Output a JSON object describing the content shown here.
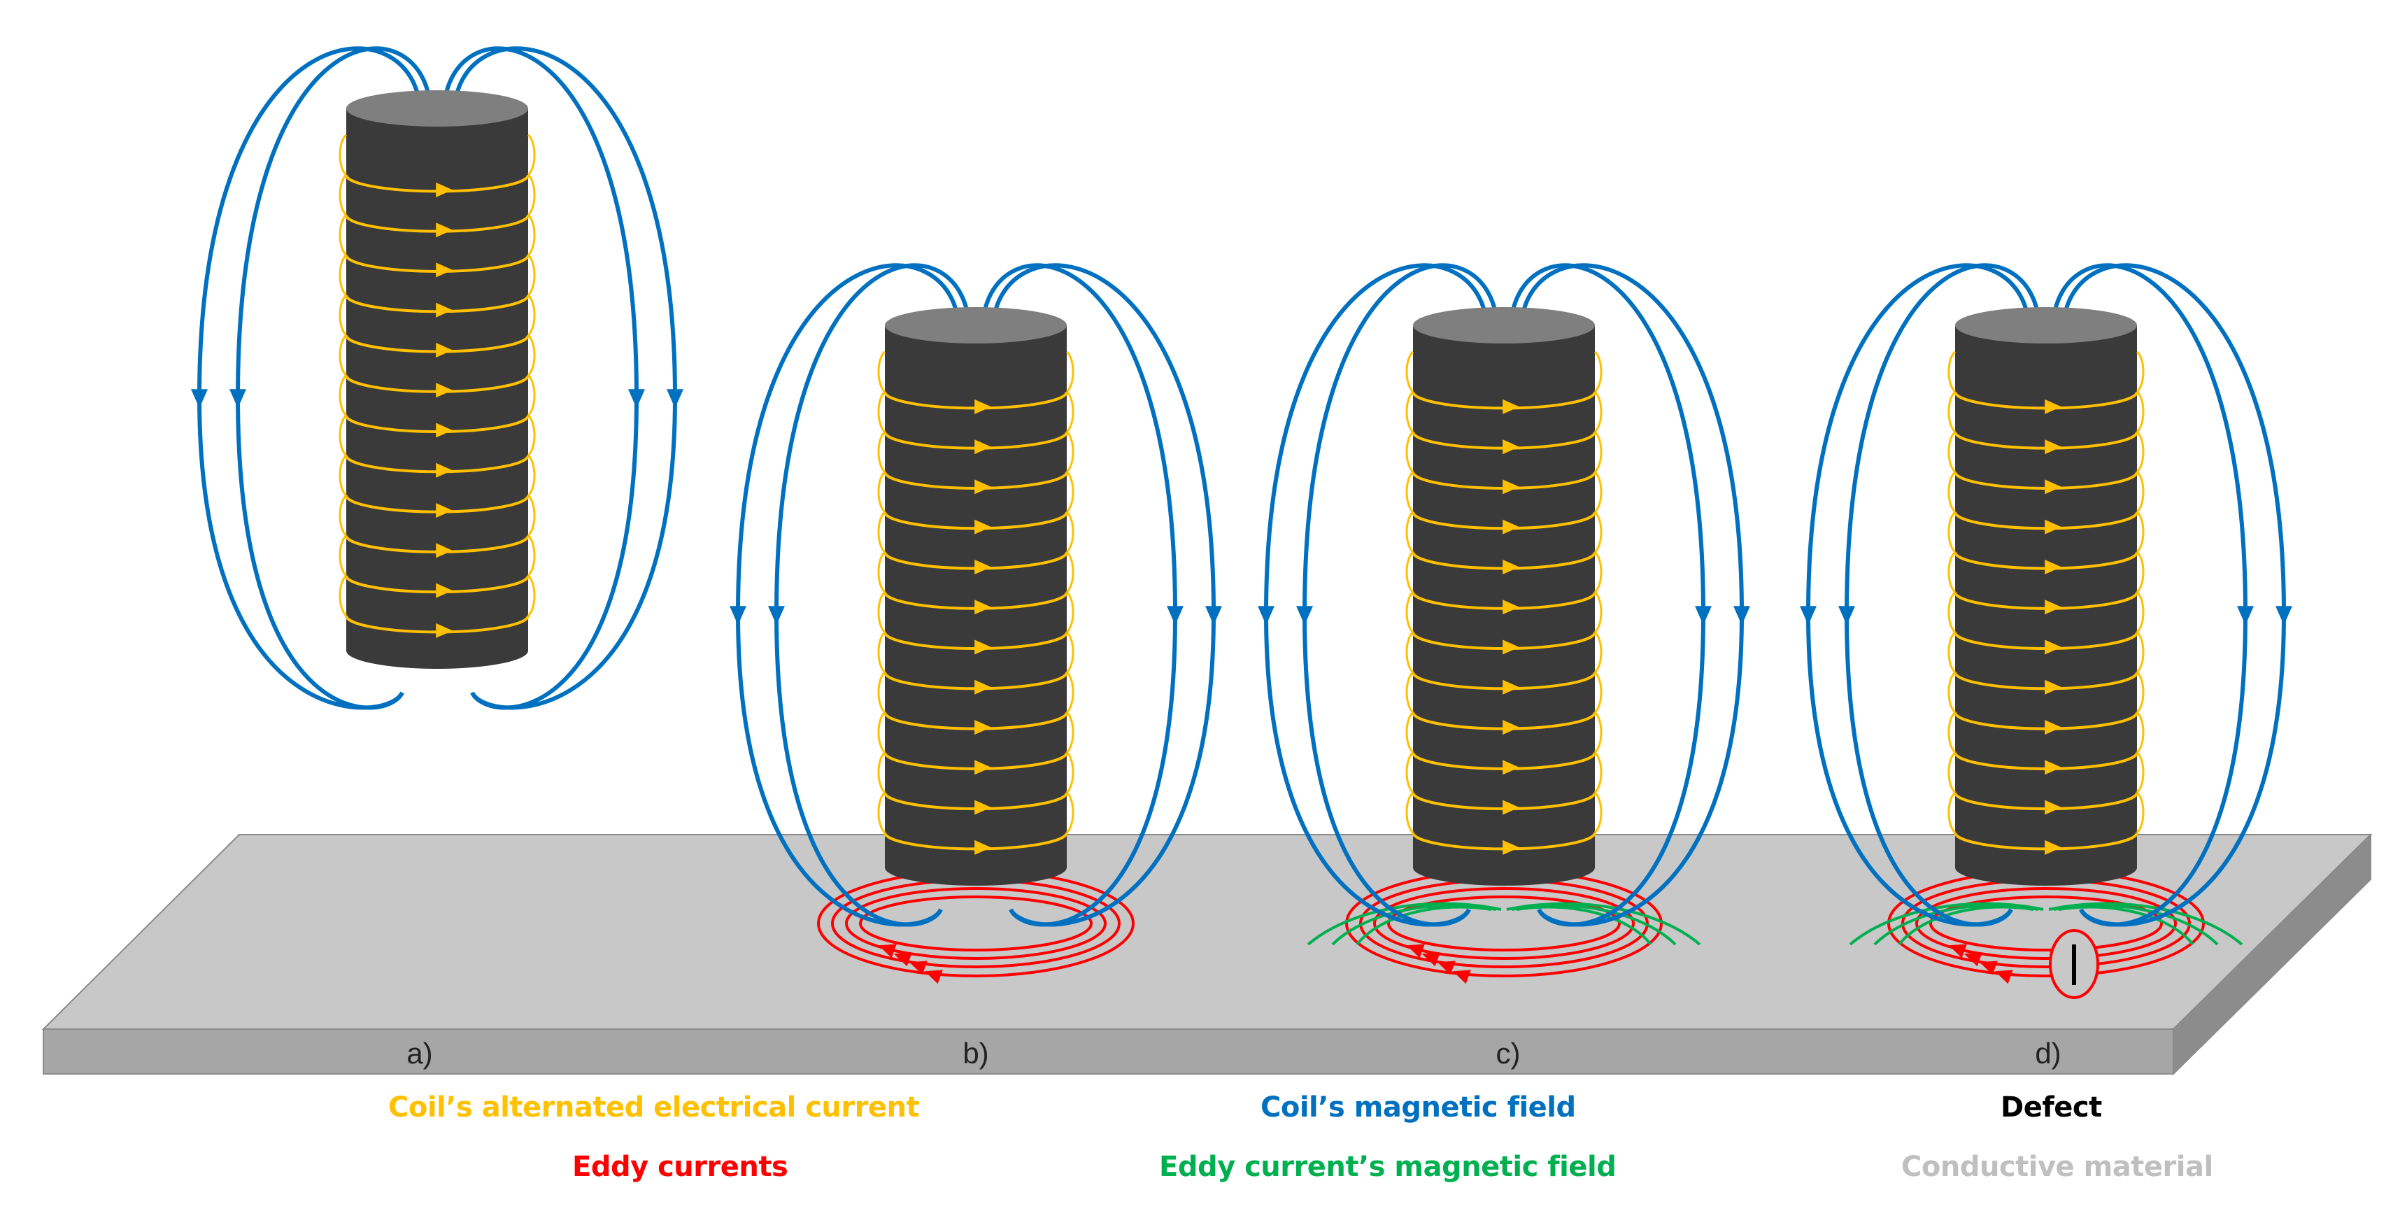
{
  "panels": [
    {
      "label": "a)",
      "eddy": false,
      "secondary_field": false,
      "defect": false
    },
    {
      "label": "b)",
      "eddy": true,
      "secondary_field": false,
      "defect": false
    },
    {
      "label": "c)",
      "eddy": true,
      "secondary_field": true,
      "defect": false
    },
    {
      "label": "d)",
      "eddy": true,
      "secondary_field": true,
      "defect": true
    }
  ],
  "legend": {
    "coil_current": {
      "text": "Coil’s alternated electrical current",
      "color": "#FFC000"
    },
    "eddy_currents": {
      "text": "Eddy currents",
      "color": "#FF0000"
    },
    "coil_field": {
      "text": "Coil’s magnetic field",
      "color": "#0070C0"
    },
    "eddy_field": {
      "text": "Eddy current’s magnetic field",
      "color": "#00B050"
    },
    "defect": {
      "text": "Defect",
      "color": "#000000"
    },
    "material": {
      "text": "Conductive material",
      "color": "#BFBFBF"
    }
  },
  "colors": {
    "coil_body": "#3A3A3A",
    "coil_top": "#7F7F7F",
    "plate_top": "#C8C8C8",
    "plate_front": "#A6A6A6",
    "plate_side": "#8C8C8C"
  }
}
